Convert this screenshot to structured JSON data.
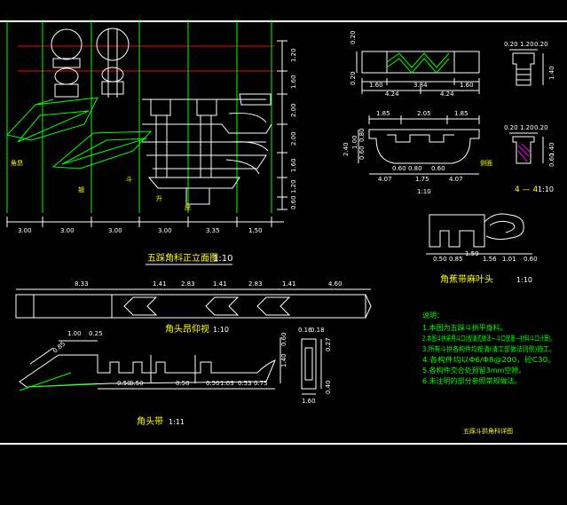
{
  "colors": {
    "background": "#000000",
    "line": "#ffffff",
    "green": "#00ff00",
    "red": "#ff0000",
    "magenta": "#ff00ff",
    "yellow": "#ffff00"
  },
  "main_elevation": {
    "title": "五踩角科正立面图",
    "scale": "1:10",
    "bottom_dims": [
      "3.00",
      "3.00",
      "3.00",
      "3.00",
      "3.35",
      "1.50"
    ],
    "right_dims": [
      "1.20",
      "1.60",
      "2.00",
      "2.00",
      "1.60",
      "1.20",
      "0.60"
    ]
  },
  "beam_plan": {
    "title": "角头昂仰视",
    "scale": "1:10",
    "dims": [
      "8.33",
      "1.41",
      "2.83",
      "1.41",
      "2.83",
      "1.41",
      "4.60"
    ]
  },
  "corner_piece": {
    "title": "角头带",
    "scale": "1:11",
    "top_dims": [
      "1.00",
      "0.25",
      "0.85"
    ],
    "bottom_dims": [
      "0.50",
      "0.50",
      "0.50",
      "0.50",
      "1.03",
      "0.53",
      "0.75"
    ],
    "right_dims": [
      "1.40",
      "0.60"
    ]
  },
  "small_section": {
    "top_dims": [
      "0.16",
      "0.18"
    ],
    "side_dims": [
      "0.27",
      "0.40"
    ],
    "bottom_dim": "1.60"
  },
  "top_detail": {
    "dims_bottom": [
      "1.60",
      "3.84",
      "1.60"
    ],
    "dims_total": [
      "4.24",
      "4.24"
    ],
    "left_dims": [
      "0.20",
      "0.20"
    ]
  },
  "side_detail_top": {
    "top_dims": [
      "0.20",
      "1.20",
      "0.20"
    ],
    "right_dims": [
      "1.40"
    ]
  },
  "mid_detail": {
    "top_dims": [
      "1.85",
      "2.05",
      "1.85"
    ],
    "bottom_dims": [
      "0.60",
      "0.80",
      "0.60"
    ],
    "total_dims": [
      "4.07",
      "1.75",
      "4.07"
    ],
    "left_dims": [
      "2.40",
      "1.00",
      "0.80",
      "0.60"
    ],
    "label": "1:10",
    "side_label": "侧面"
  },
  "section_44": {
    "title": "4 — 4",
    "scale": "1:10",
    "top_dims": [
      "0.20",
      "1.20",
      "0.20"
    ],
    "right_dims": [
      "1.40",
      "0.60"
    ]
  },
  "lotus_piece": {
    "title": "角蕉带麻叶头",
    "scale": "1:10",
    "dims": [
      "0.50",
      "0.85",
      "1.59",
      "1.56",
      "1.01",
      "0.60"
    ]
  },
  "notes": {
    "heading": "说明：",
    "items": [
      "1.本图为五踩斗拱平身科。",
      "2.本图斗拱采用斗口(按清式做法—斗口放量—材料斗口计算)。",
      "3.所有斗拱各构件均按清(清工部做法则例)施工。",
      "4.各构件均以Φ6/Φ8@200，砼C30。",
      "5.各构件交合处预留3mm空隙。",
      "6.未注明的部分参照常规做法。"
    ],
    "drawing_title": "五踩斗拱角科详图"
  },
  "annotations": {
    "left_label_1": "角昂",
    "left_label_2": "翘",
    "bottom_labels": [
      "斗",
      "升",
      "座"
    ]
  }
}
